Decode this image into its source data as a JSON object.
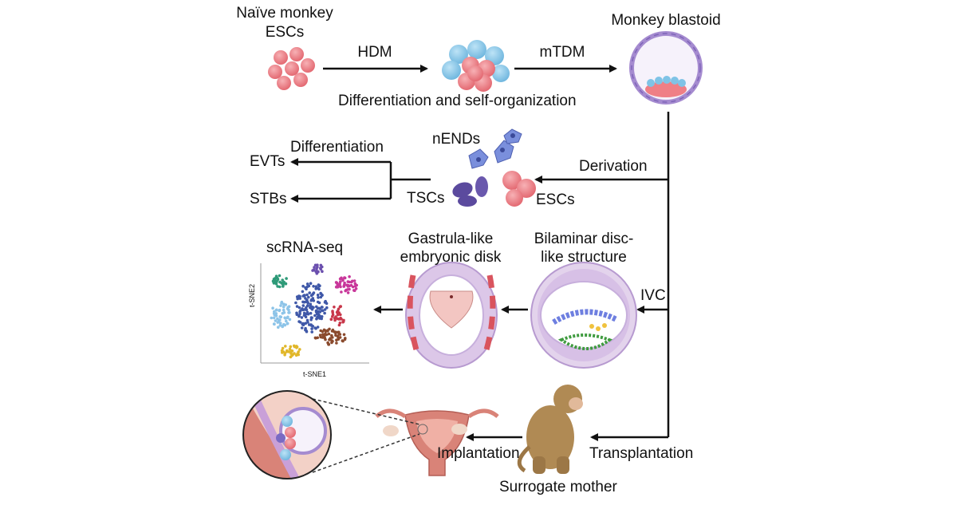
{
  "labels": {
    "naive_esc_line1": "Naïve monkey",
    "naive_esc_line2": "ESCs",
    "hdm": "HDM",
    "mtdm": "mTDM",
    "monkey_blastoid": "Monkey blastoid",
    "diff_self_org": "Differentiation and self-organization",
    "nends": "nENDs",
    "differentiation": "Differentiation",
    "evts": "EVTs",
    "stbs": "STBs",
    "tscs": "TSCs",
    "escs": "ESCs",
    "derivation": "Derivation",
    "scrna_seq": "scRNA-seq",
    "gastrula_line1": "Gastrula-like",
    "gastrula_line2": "embryonic disk",
    "bilaminar_line1": "Bilaminar disc-",
    "bilaminar_line2": "like structure",
    "ivc": "IVC",
    "tsne1": "t-SNE1",
    "tsne2": "t-SNE2",
    "implantation": "Implantation",
    "transplantation": "Transplantation",
    "surrogate_mother": "Surrogate mother"
  },
  "colors": {
    "esc_pink": "#ef7f86",
    "te_blue": "#7fc3e6",
    "purple": "#a58bd0",
    "dark_purple": "#5b4a9e",
    "uterus": "#d98378",
    "monkey": "#b08a54"
  }
}
